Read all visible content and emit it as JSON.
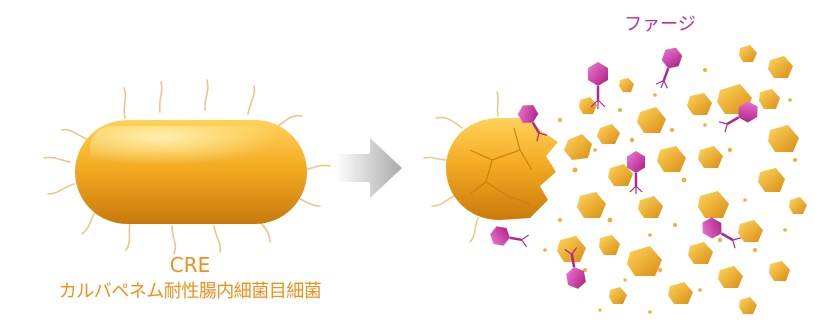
{
  "bacterium": {
    "label": "CRE",
    "full_name": "カルバペネム耐性腸内細菌目細菌"
  },
  "phage": {
    "label": "ファージ"
  },
  "colors": {
    "cre_label": "#f0901a",
    "phage_label": "#c02a9a",
    "bacterium_body": "#f3aa22",
    "phage_body": "#d63aa8",
    "arrow": "#b5b5b5"
  }
}
